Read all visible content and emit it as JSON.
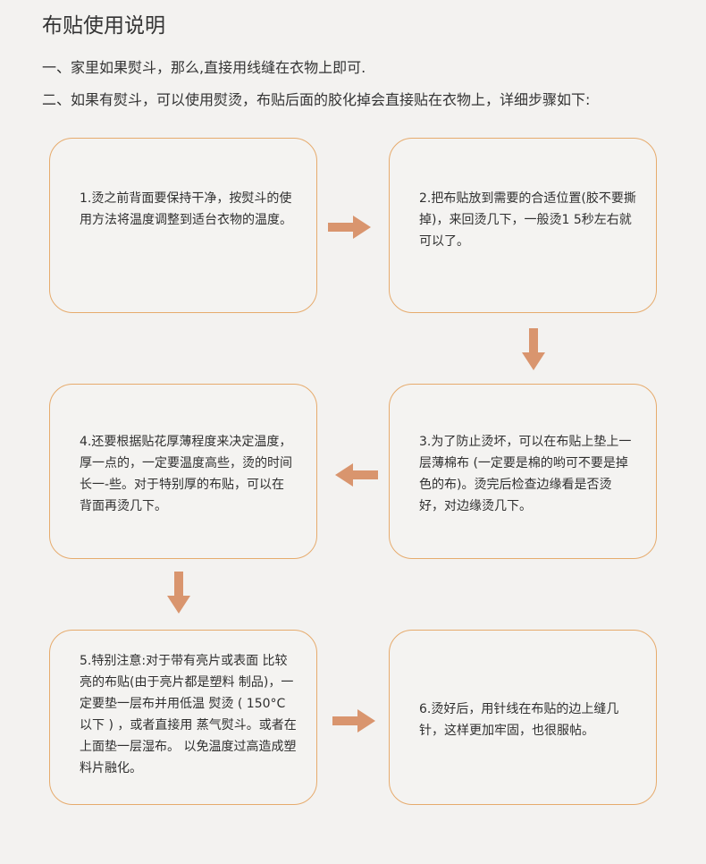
{
  "title": "布贴使用说明",
  "intro": [
    "一、家里如果熨斗，那么,直接用线缝在衣物上即可.",
    "二、如果有熨斗，可以使用熨烫，布贴后面的胶化掉会直接贴在衣物上，详细步骤如下:"
  ],
  "steps": [
    "1.烫之前背面要保持干净，按熨斗的使用方法将温度调整到适台衣物的温度。",
    "2.把布贴放到需要的合适位置(胶不要撕掉)，来回烫几下，一般烫1 5秒左右就可以了。",
    "3.为了防止烫坏，可以在布贴上垫上一层薄棉布 (一定要是棉的哟可不要是掉色的布)。烫完后检查边缘看是否烫好，对边缘烫几下。",
    "4.还要根据贴花厚薄程度来决定温度，厚一点的，一定要温度高些，烫的时间长一-些。对于特别厚的布贴，可以在背面再烫几下。",
    "5.特别注意:对于带有亮片或表面 比较亮的布贴(由于亮片都是塑料 制品)，一定要垫一层布并用低温 熨烫 ( 150°C以下 ) ，或者直接用 蒸气熨斗。或者在上面垫一层湿布。 以免温度过高造成塑料片融化。",
    "6.烫好后，用针线在布贴的边上缝几针，这样更加牢固，也很服帖。"
  ],
  "colors": {
    "box_border": "#e6ab6d",
    "arrow": "#d9956e",
    "background": "#f3f2f0"
  }
}
